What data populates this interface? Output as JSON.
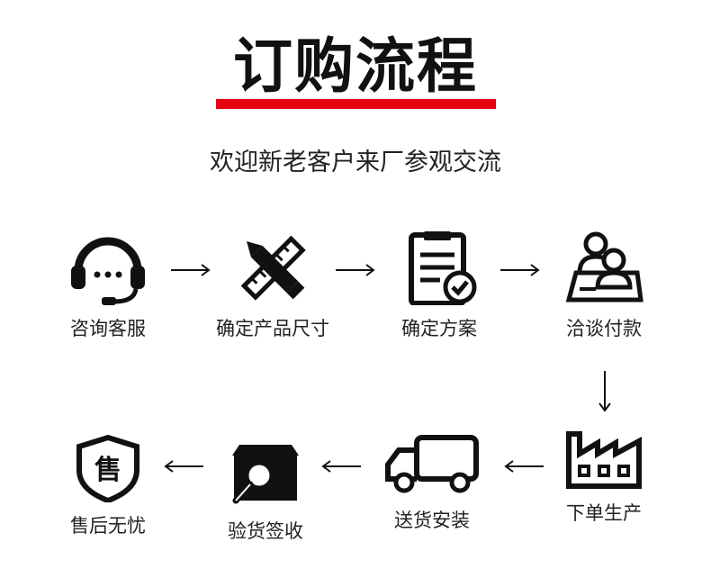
{
  "header": {
    "title": "订购流程",
    "subtitle": "欢迎新老客户来厂参观交流",
    "accent_color": "#e60012"
  },
  "steps": [
    {
      "label": "咨询客服",
      "icon": "headset-icon"
    },
    {
      "label": "确定产品尺寸",
      "icon": "pencil-ruler-icon"
    },
    {
      "label": "确定方案",
      "icon": "clipboard-check-icon"
    },
    {
      "label": "洽谈付款",
      "icon": "meeting-people-icon"
    },
    {
      "label": "下单生产",
      "icon": "factory-icon"
    },
    {
      "label": "送货安装",
      "icon": "delivery-truck-icon"
    },
    {
      "label": "验货签收",
      "icon": "box-inspect-icon"
    },
    {
      "label": "售后无忧",
      "icon": "shield-sale-icon"
    }
  ],
  "shield_glyph": "售"
}
